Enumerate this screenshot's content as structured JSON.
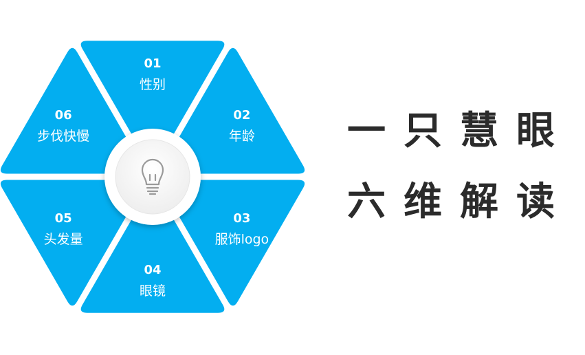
{
  "segments": [
    {
      "number": "01",
      "label": "性别"
    },
    {
      "number": "02",
      "label": "年龄"
    },
    {
      "number": "03",
      "label": "服饰logo"
    },
    {
      "number": "04",
      "label": "眼镜"
    },
    {
      "number": "05",
      "label": "头发量"
    },
    {
      "number": "06",
      "label": "步伐快慢"
    }
  ],
  "center_icon": "lightbulb-icon",
  "headline": {
    "line1": "一只慧眼",
    "line2": "六维解读"
  },
  "colors": {
    "segment": "#03aef0",
    "text": "#2b2b2b",
    "icon": "#9a9a9a"
  }
}
